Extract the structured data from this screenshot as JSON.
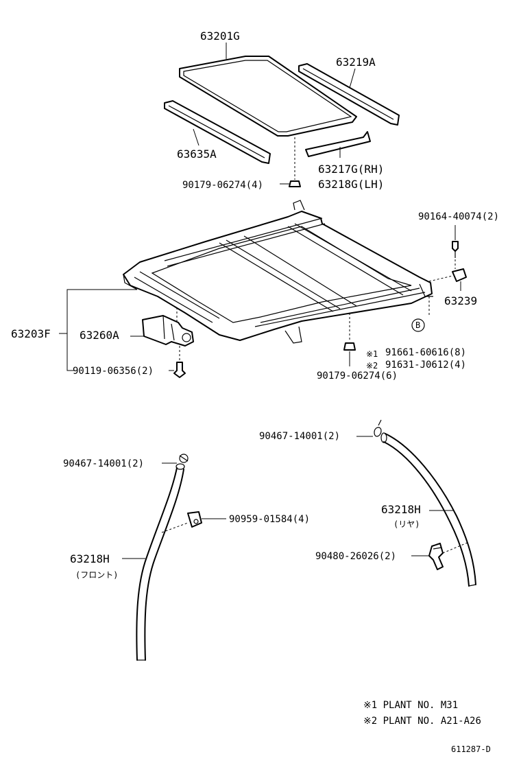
{
  "labels": {
    "p63201G": "63201G",
    "p63219A": "63219A",
    "p63635A": "63635A",
    "p63217G": "63217G(RH)",
    "p63218G": "63218G(LH)",
    "p90179_4": "90179-06274(4)",
    "p90164": "90164-40074(2)",
    "p63239": "63239",
    "p63203F": "63203F",
    "p63260A": "63260A",
    "p90119": "90119-06356(2)",
    "p91661_mark": "※1",
    "p91661": "91661-60616(8)",
    "p91631_mark": "※2",
    "p91631": "91631-J0612(4)",
    "p90179_6": "90179-06274(6)",
    "markerB": "B",
    "p90467_r": "90467-14001(2)",
    "p90467_l": "90467-14001(2)",
    "p63218H_r": "63218H",
    "p63218H_r_sub": "(リヤ)",
    "p90959": "90959-01584(4)",
    "p90480": "90480-26026(2)",
    "p63218H_l": "63218H",
    "p63218H_l_sub": "(フロント)"
  },
  "notes": [
    "※1 PLANT  NO. M31",
    "※2 PLANT  NO. A21-A26"
  ],
  "drawing_id": "611287-D"
}
